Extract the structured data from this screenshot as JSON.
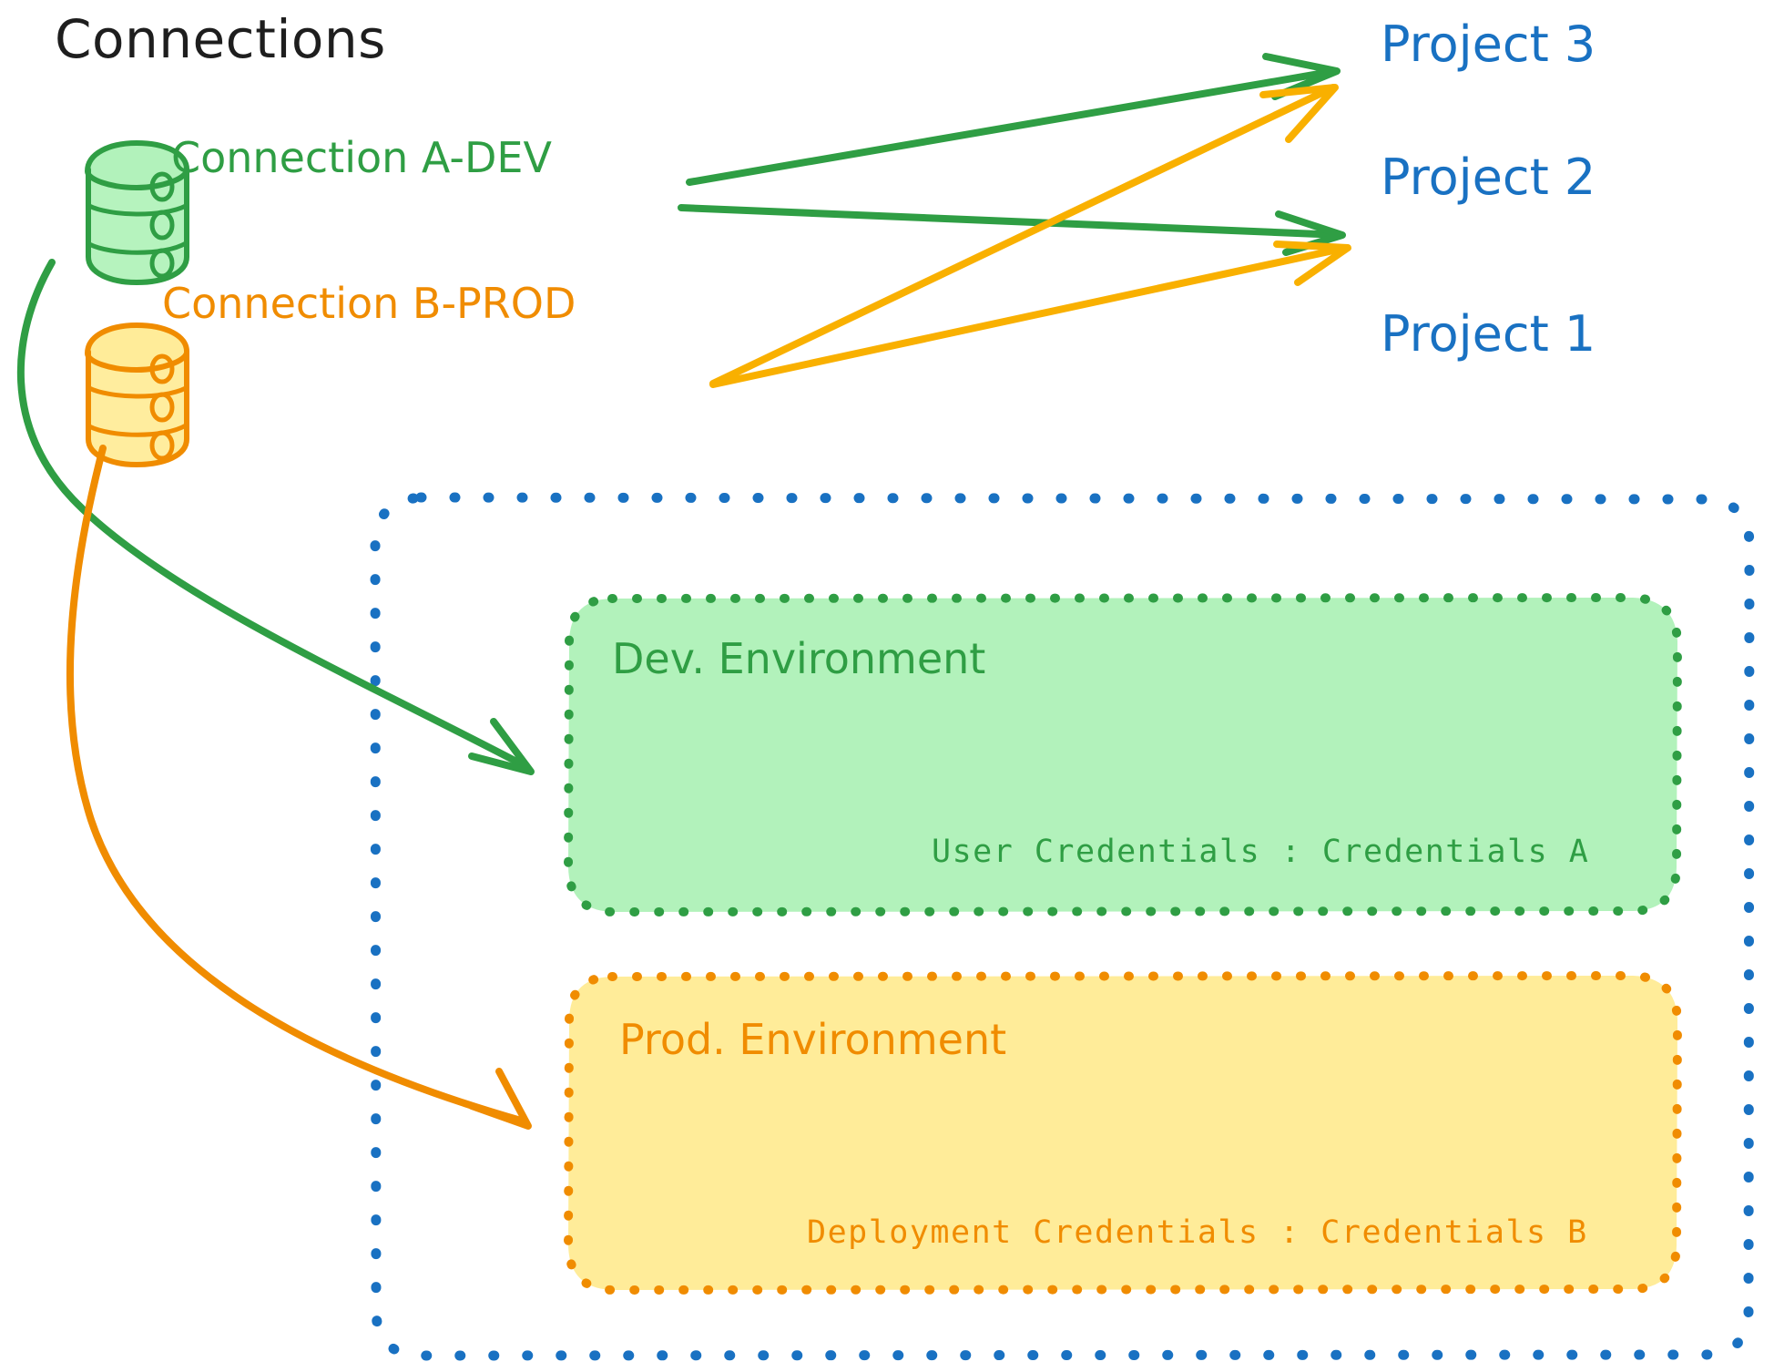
{
  "diagram": {
    "title": "Connections",
    "type": "architecture-diagram"
  },
  "connections": [
    {
      "id": "conn-a-dev",
      "label": "Connection A-DEV",
      "icon": "database-icon",
      "color": "#2f9e44",
      "fill": "#b2f2bb",
      "targets": [
        "Project 3",
        "Project 2",
        "Dev. Environment"
      ]
    },
    {
      "id": "conn-b-prod",
      "label": "Connection B-PROD",
      "icon": "database-icon",
      "color": "#f08c00",
      "fill": "#ffec99",
      "targets": [
        "Project 3",
        "Project 2",
        "Prod. Environment"
      ]
    }
  ],
  "projects": [
    {
      "id": "project-3",
      "label": "Project 3",
      "color": "#1971c2"
    },
    {
      "id": "project-2",
      "label": "Project 2",
      "color": "#1971c2"
    },
    {
      "id": "project-1",
      "label": "Project 1",
      "color": "#1971c2"
    }
  ],
  "project_1_container": {
    "label": "Project 1",
    "border_color": "#1971c2",
    "border_style": "dotted",
    "environments": [
      {
        "id": "dev-environment",
        "label": "Dev. Environment",
        "credential_label": "User Credentials : Credentials A",
        "border_color": "#2f9e44",
        "fill": "#b2f2bb",
        "text_color": "#2f9e44"
      },
      {
        "id": "prod-environment",
        "label": "Prod. Environment",
        "credential_label": "Deployment Credentials : Credentials B",
        "border_color": "#f08c00",
        "fill": "#ffec99",
        "text_color": "#f08c00"
      }
    ]
  },
  "colors": {
    "green_stroke": "#2f9e44",
    "green_fill": "#b2f2bb",
    "orange_stroke": "#f08c00",
    "orange_fill": "#ffec99",
    "blue_stroke": "#1971c2",
    "black_text": "#1e1e1e",
    "background": "#ffffff"
  }
}
